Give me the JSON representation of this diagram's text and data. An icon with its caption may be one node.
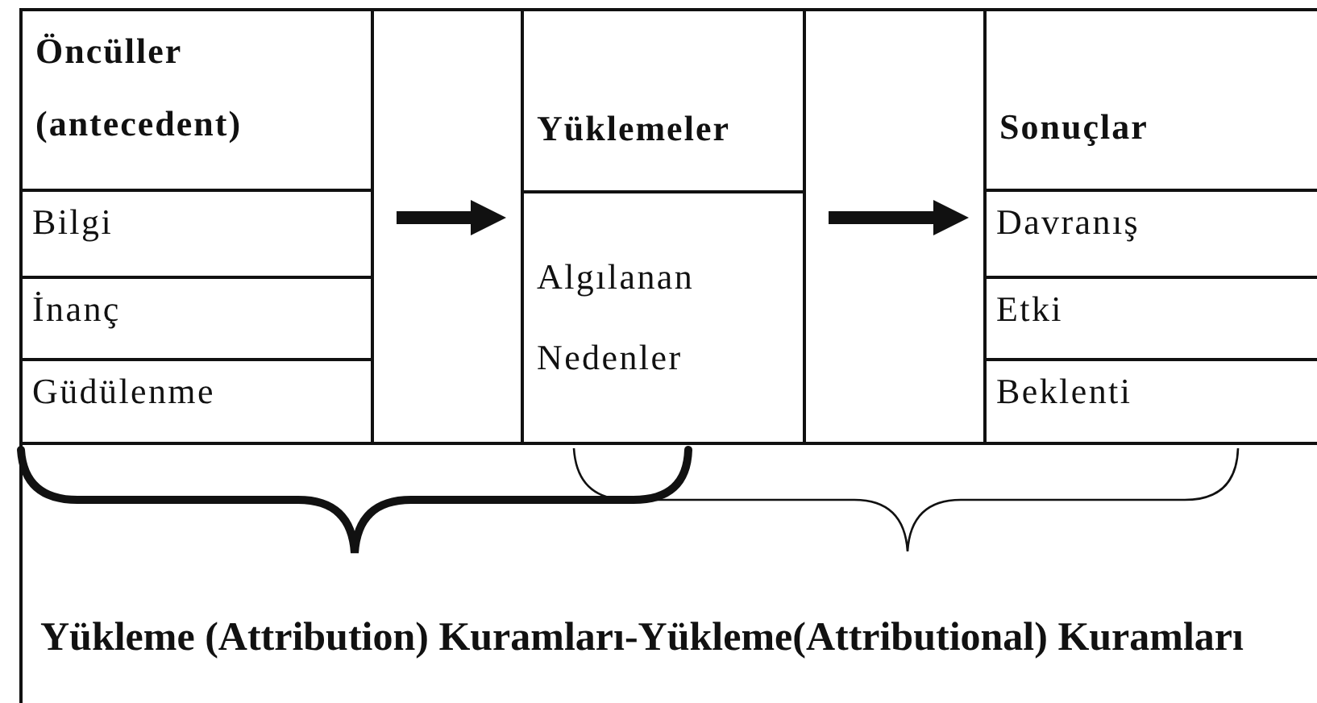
{
  "diagram": {
    "caption": "Yükleme (Attribution) Kuramları-Yükleme(Attributional) Kuramları",
    "nodes": [
      {
        "text": [
          "Öncüller (antecedent)"
        ]
      },
      {
        "text": [
          "Bilgi"
        ],
        "in": 0
      },
      {
        "text": [
          "İnanç"
        ],
        "in": 0
      },
      {
        "text": [
          "Güdülenme"
        ],
        "in": 0
      },
      {
        "text": [
          "Yüklemeler"
        ]
      },
      {
        "text": [
          "Algılanan Nedenler"
        ],
        "in": 4
      },
      {
        "text": [
          "Sonuçlar"
        ]
      },
      {
        "text": [
          "Davranış"
        ],
        "in": 6
      },
      {
        "text": [
          "Etki"
        ],
        "in": 6
      },
      {
        "text": [
          "Beklenti"
        ],
        "in": 6
      }
    ],
    "edges": [
      {
        "from": 0,
        "to": 4,
        "arrow": "to"
      },
      {
        "from": 4,
        "to": 6,
        "arrow": "to"
      }
    ]
  }
}
